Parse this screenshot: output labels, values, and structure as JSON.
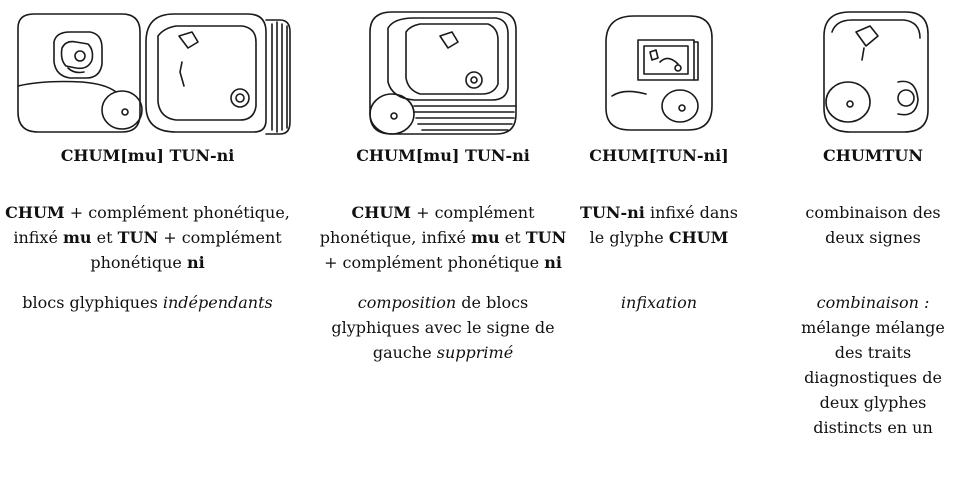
{
  "columns": [
    {
      "title": "CHUM[mu] TUN-ni",
      "desc": [
        "CHUM",
        " + complément phonétique, infixé ",
        "mu",
        " et ",
        "TUN",
        " + complément phonétique ",
        "ni"
      ],
      "kind": [
        "blocs glyphiques ",
        "indépendants"
      ]
    },
    {
      "title": "CHUM[mu] TUN-ni",
      "desc": [
        "CHUM",
        " + complément phonétique, infixé ",
        "mu",
        " et ",
        "TUN",
        " + complément phonétique ",
        "ni"
      ],
      "kind": [
        "composition",
        " de blocs glyphiques avec le signe de gauche ",
        "supprimé"
      ]
    },
    {
      "title": "CHUM[TUN-ni]",
      "desc": [
        "TUN-ni",
        " infixé dans le glyphe ",
        "CHUM"
      ],
      "kind": [
        "infixation"
      ]
    },
    {
      "title": "CHUMTUN",
      "desc": [
        "combinaison des deux signes"
      ],
      "kind": [
        "combinaison :",
        " mélange mélange des traits diagnostiques de deux glyphes distincts en un"
      ]
    }
  ]
}
